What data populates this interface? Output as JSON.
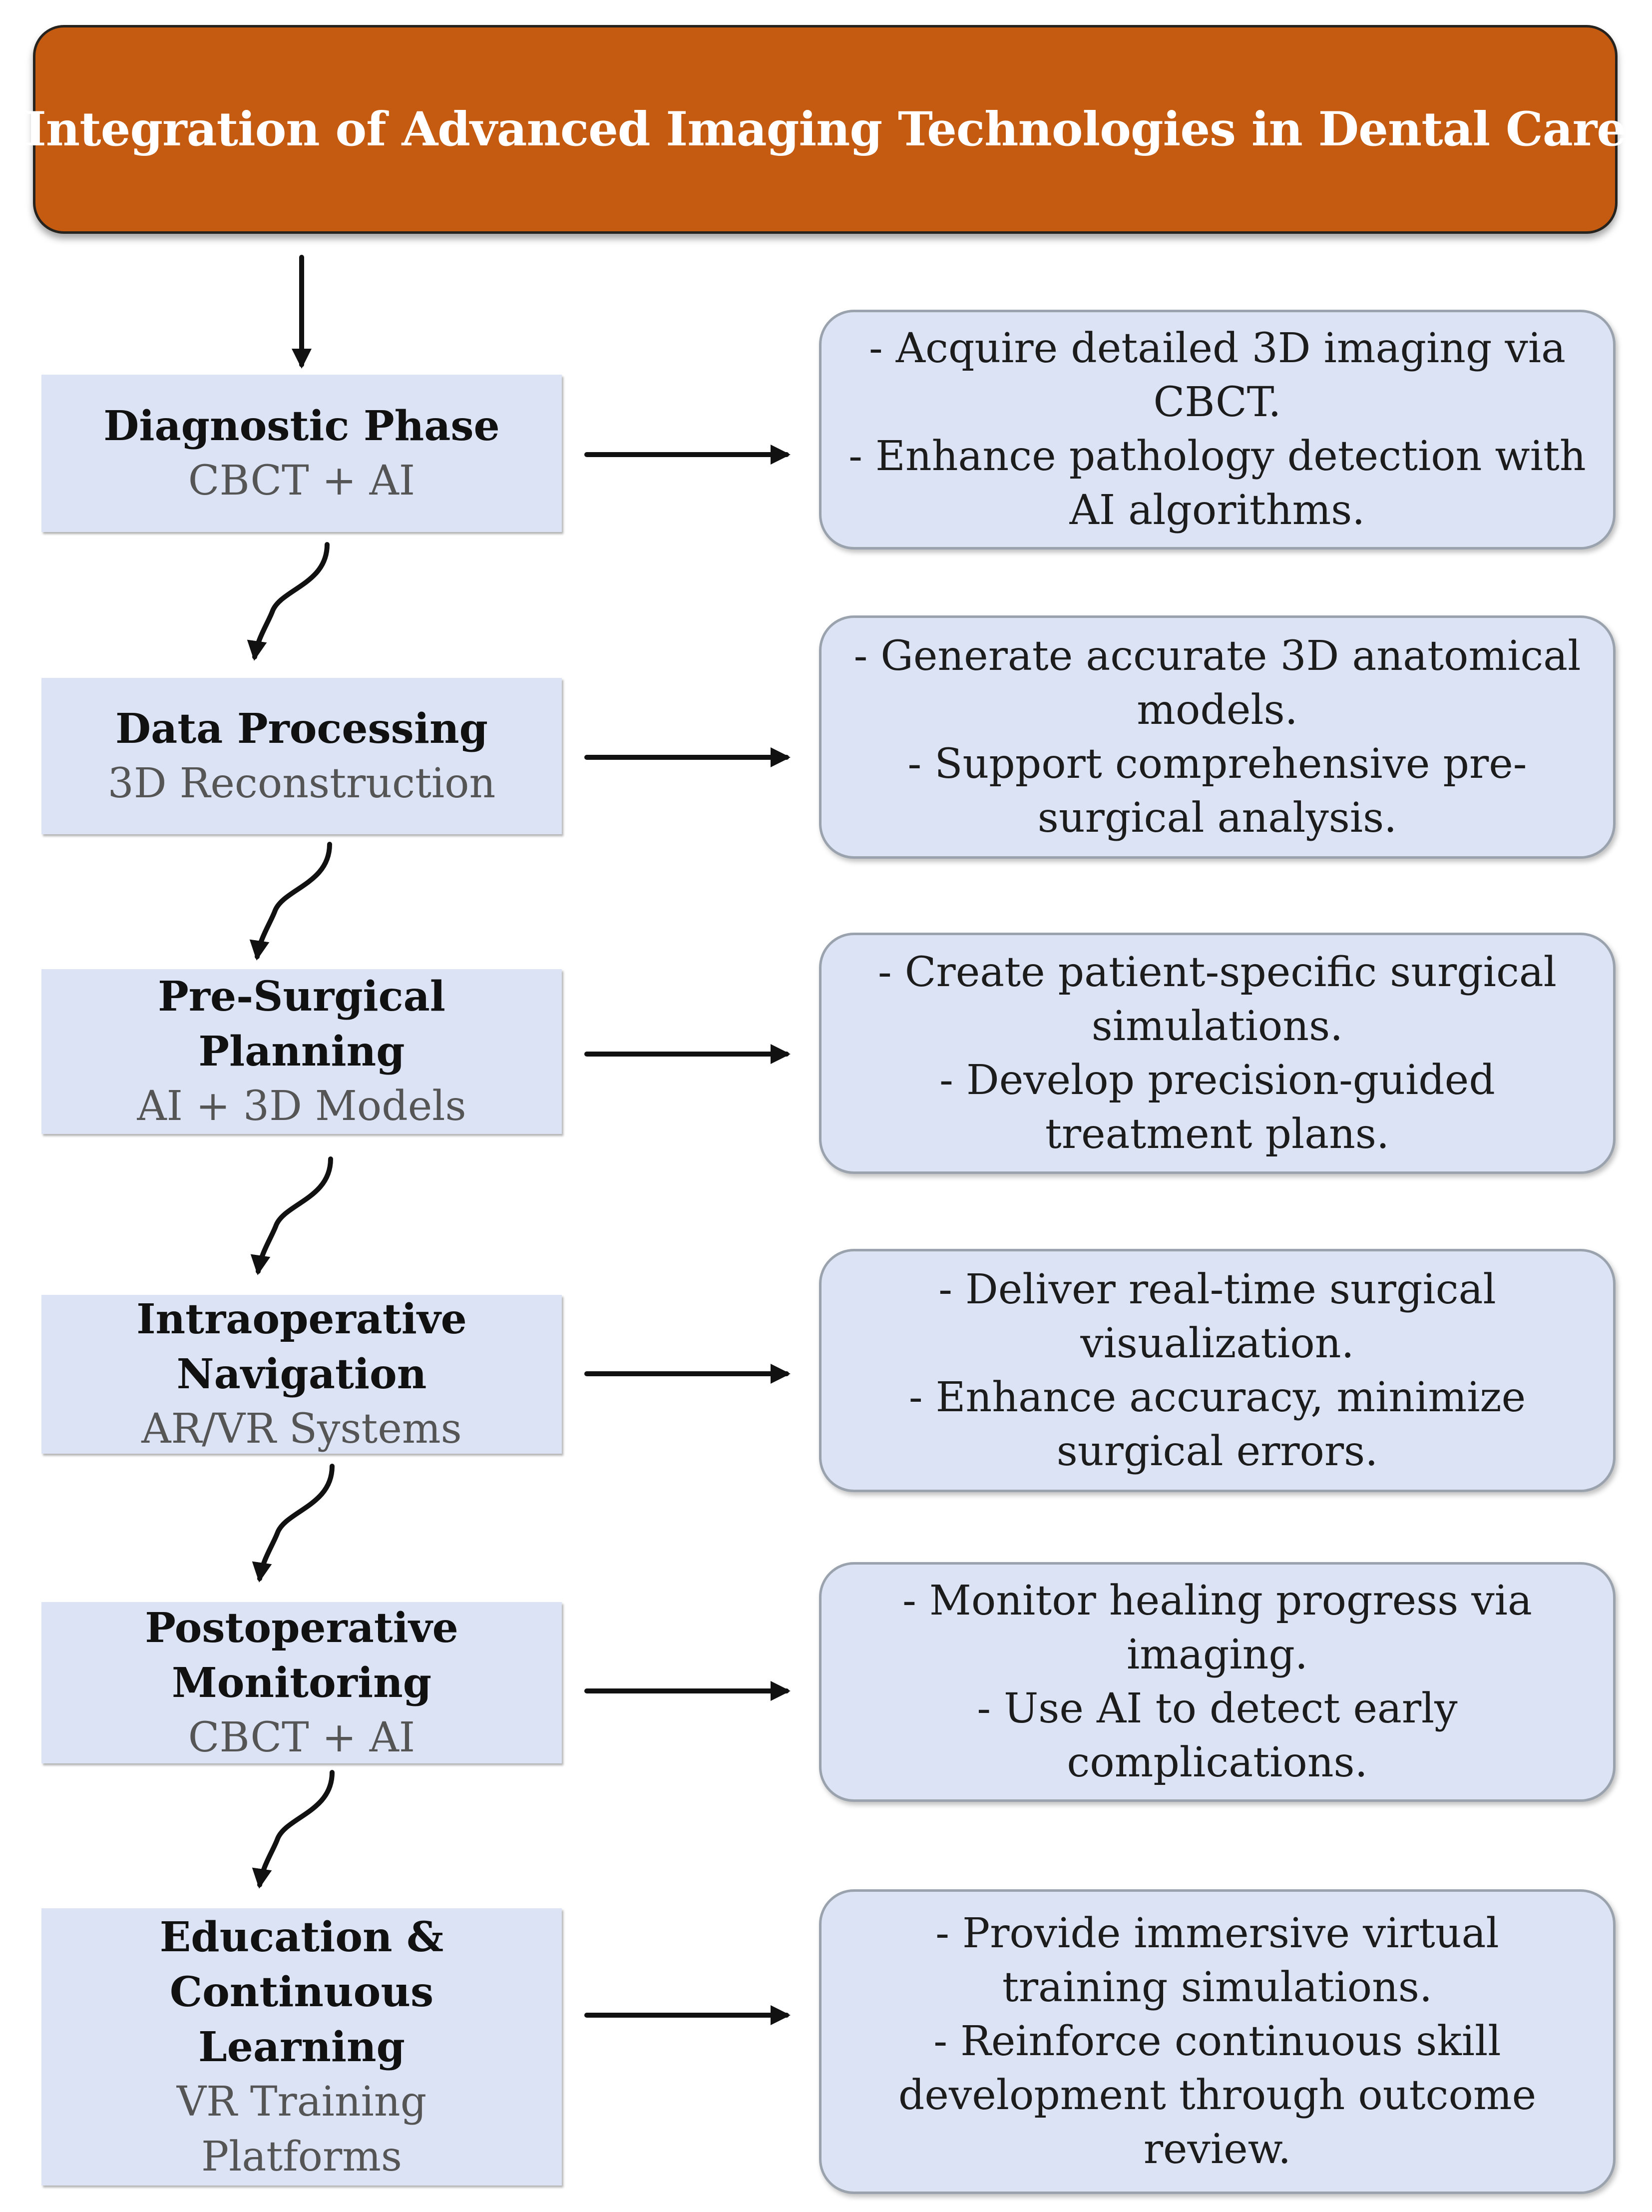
{
  "header": {
    "title": "Integration of Advanced Imaging Technologies in Dental Care"
  },
  "phases": [
    {
      "title_lines": [
        "Diagnostic Phase"
      ],
      "subtitle_lines": [
        "CBCT + AI"
      ],
      "detail_lines": [
        "- Acquire detailed 3D imaging via",
        "CBCT.",
        "- Enhance pathology detection with",
        "AI algorithms."
      ]
    },
    {
      "title_lines": [
        "Data Processing"
      ],
      "subtitle_lines": [
        "3D Reconstruction"
      ],
      "detail_lines": [
        "- Generate accurate 3D anatomical",
        "models.",
        "- Support comprehensive pre-",
        "surgical analysis."
      ]
    },
    {
      "title_lines": [
        "Pre-Surgical",
        "Planning"
      ],
      "subtitle_lines": [
        "AI + 3D Models"
      ],
      "detail_lines": [
        "- Create patient-specific surgical",
        "simulations.",
        "- Develop precision-guided",
        "treatment plans."
      ]
    },
    {
      "title_lines": [
        "Intraoperative",
        "Navigation"
      ],
      "subtitle_lines": [
        "AR/VR Systems"
      ],
      "detail_lines": [
        "- Deliver real-time surgical",
        "visualization.",
        "- Enhance accuracy, minimize",
        "surgical errors."
      ]
    },
    {
      "title_lines": [
        "Postoperative",
        "Monitoring"
      ],
      "subtitle_lines": [
        "CBCT + AI"
      ],
      "detail_lines": [
        "- Monitor healing progress via",
        "imaging.",
        "- Use AI to detect early",
        "complications."
      ]
    },
    {
      "title_lines": [
        "Education &",
        "Continuous",
        "Learning"
      ],
      "subtitle_lines": [
        "VR Training",
        "Platforms"
      ],
      "detail_lines": [
        "- Provide immersive virtual",
        "training simulations.",
        "- Reinforce continuous skill",
        "development through outcome",
        "review."
      ]
    }
  ]
}
